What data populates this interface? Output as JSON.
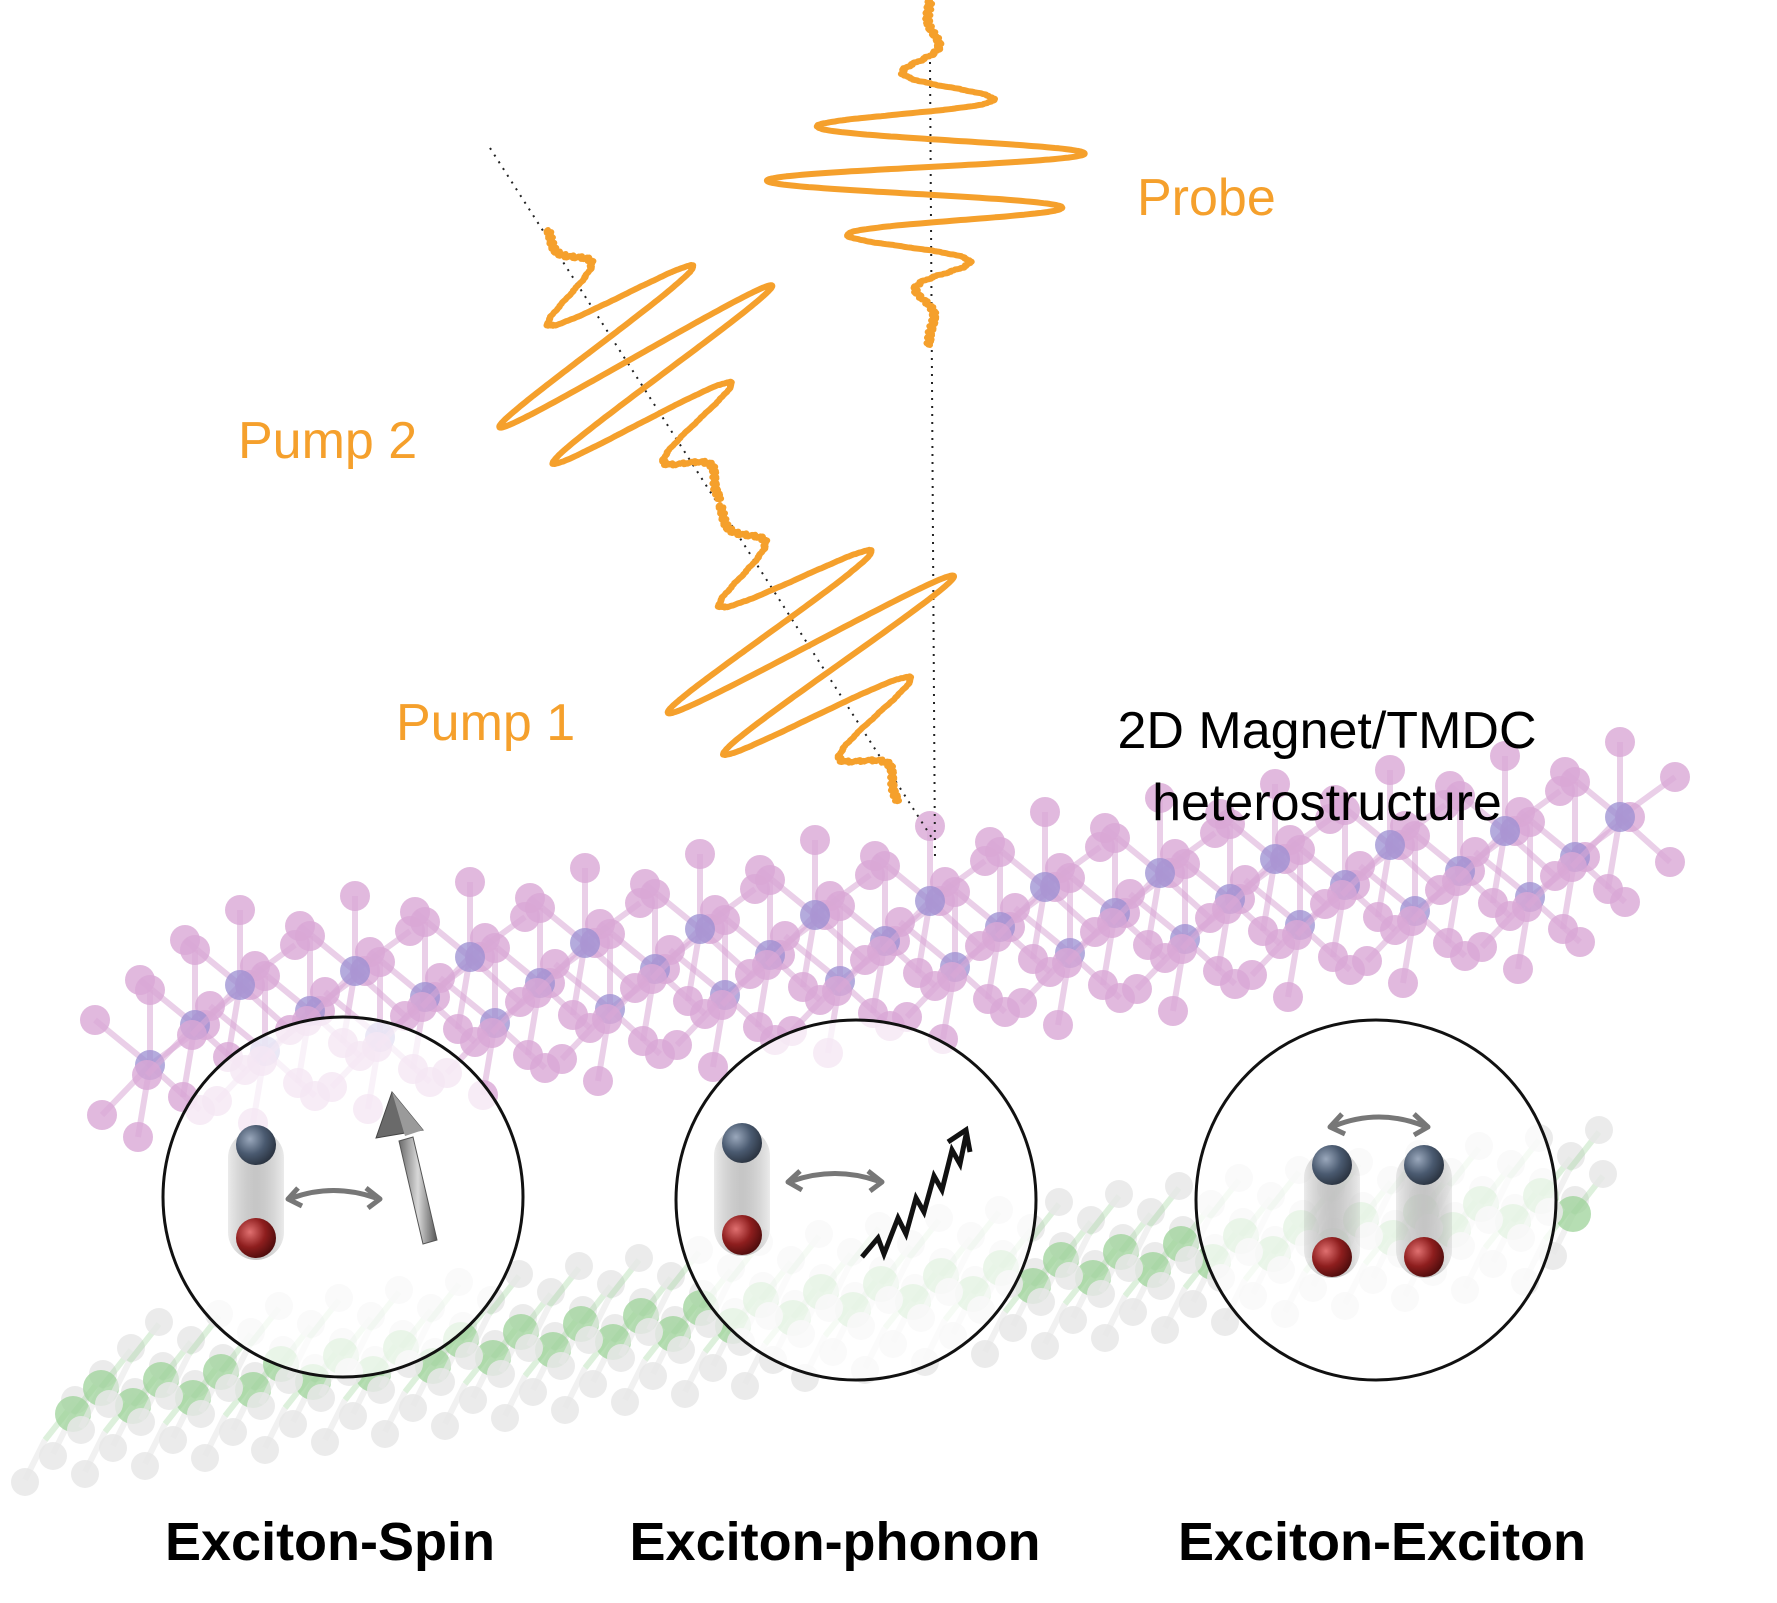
{
  "colors": {
    "pulse": "#F5A02C",
    "magnet_atom": "#D9A8D6",
    "magnet_center": "#9B8FD1",
    "tmdc_atom": "#E8E8E8",
    "tmdc_center": "#9ED39A",
    "electron": "#4A5A70",
    "hole": "#8E1E1E"
  },
  "pulses": {
    "probe": "Probe",
    "pump2": "Pump 2",
    "pump1": "Pump 1"
  },
  "structure": {
    "line1": "2D Magnet/TMDC",
    "line2": "heterostructure"
  },
  "interactions": [
    {
      "label": "Exciton-Spin",
      "icon": "spin-arrow-icon"
    },
    {
      "label": "Exciton-phonon",
      "icon": "phonon-wave-icon"
    },
    {
      "label": "Exciton-Exciton",
      "icon": "exciton-pair-icon"
    }
  ]
}
